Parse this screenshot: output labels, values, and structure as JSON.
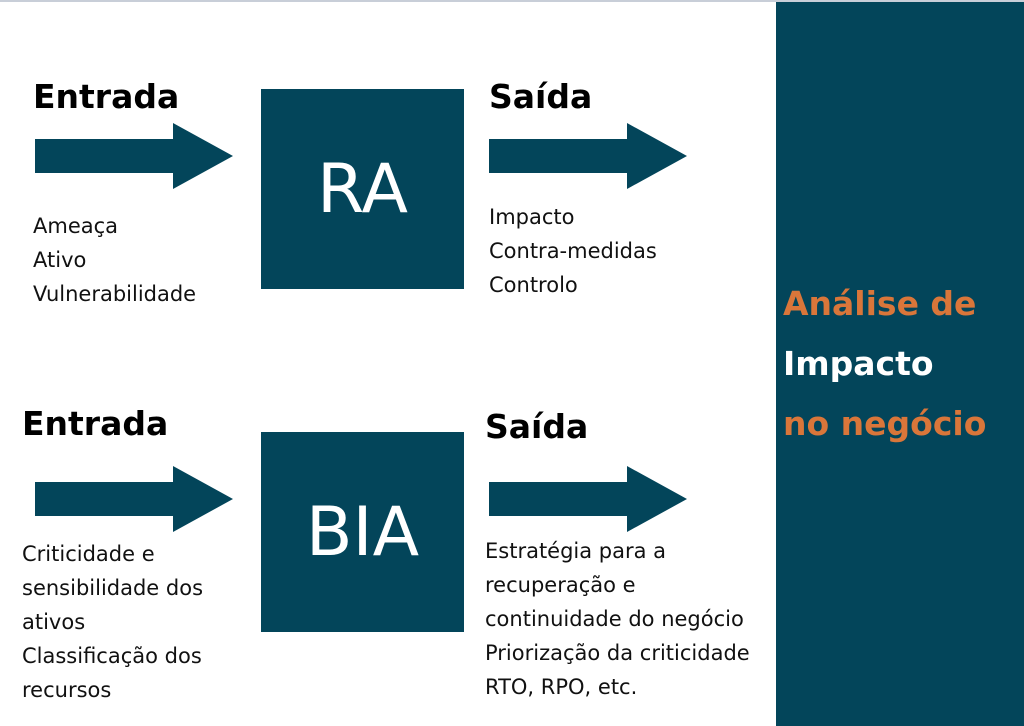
{
  "colors": {
    "primary": "#03455a",
    "accent": "#d9763a",
    "text": "#111111"
  },
  "ra": {
    "input_heading": "Entrada",
    "box_label": "RA",
    "output_heading": "Saída",
    "inputs": [
      "Ameaça",
      "Ativo",
      "Vulnerabilidade"
    ],
    "outputs": [
      "Impacto",
      "Contra-medidas",
      "Controlo"
    ]
  },
  "bia": {
    "input_heading": "Entrada",
    "box_label": "BIA",
    "output_heading": "Saída",
    "inputs": [
      "Criticidade e",
      "sensibilidade dos",
      "ativos",
      "Classificação dos",
      "recursos"
    ],
    "outputs": [
      "Estratégia para a",
      "recuperação e",
      "continuidade do negócio",
      "Priorização da criticidade",
      "RTO, RPO, etc."
    ]
  },
  "panel": {
    "line1": "Análise de",
    "line2": "Impacto",
    "line3": "no negócio"
  }
}
